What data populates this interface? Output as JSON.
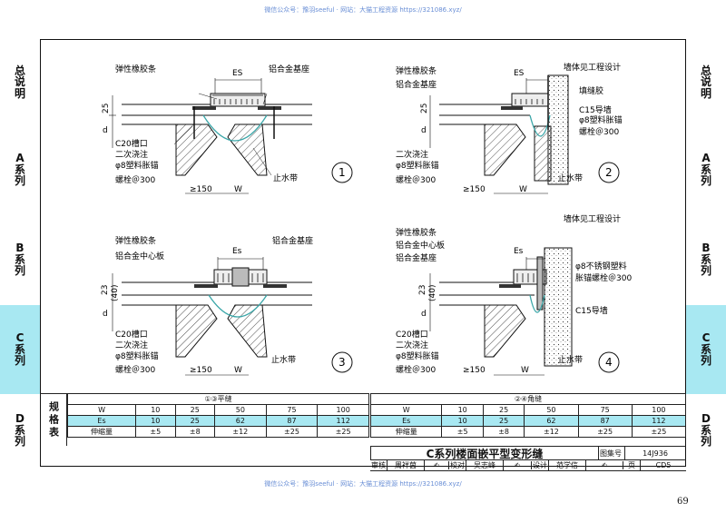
{
  "watermark_top": "微信公众号：豫羽seeful · 网站：大猫工程资源 https://321086.xyz/",
  "watermark_bottom": "微信公众号：豫羽seeful · 网站：大猫工程资源 https://321086.xyz/",
  "side_tabs": [
    {
      "chars": [
        "总",
        "说",
        "明"
      ],
      "active": false
    },
    {
      "chars": [
        "A",
        "系",
        "列"
      ],
      "active": false
    },
    {
      "chars": [
        "B",
        "系",
        "列"
      ],
      "active": false
    },
    {
      "chars": [
        "C",
        "系",
        "列"
      ],
      "active": true
    },
    {
      "chars": [
        "D",
        "系",
        "列"
      ],
      "active": false
    }
  ],
  "details": {
    "d1": {
      "es": "ES",
      "l1": "弹性橡胶条",
      "l2": "铝合金基座",
      "dim25": "25",
      "dimd": "d",
      "c20": "C20槽口",
      "pour": "二次浇注",
      "anchor": "φ8塑料胀锚",
      "bolt": "螺栓＠300",
      "ge150": "≥150",
      "w": "W",
      "water": "止水带",
      "num": "1"
    },
    "d2": {
      "es": "ES",
      "wall": "墙体见工程设计",
      "l1": "弹性橡胶条",
      "l2": "铝合金基座",
      "fill": "填缝胶",
      "c15": "C15导墙",
      "anchor2": "φ8塑料胀锚",
      "bolt2": "螺栓＠300",
      "dim25": "25",
      "dimd": "d",
      "pour": "二次浇注",
      "anchor": "φ8塑料胀锚",
      "bolt": "螺栓＠300",
      "ge150": "≥150",
      "w": "W",
      "water": "止水带",
      "num": "2"
    },
    "d3": {
      "es": "Es",
      "l1": "弹性橡胶条",
      "l2": "铝合金基座",
      "l3": "铝合金中心板",
      "dim23": "23",
      "dim40": "(40)",
      "dimd": "d",
      "c20": "C20槽口",
      "pour": "二次浇注",
      "anchor": "φ8塑料胀锚",
      "bolt": "螺栓＠300",
      "ge150": "≥150",
      "w": "W",
      "water": "止水带",
      "num": "3"
    },
    "d4": {
      "es": "Es",
      "wall": "墙体见工程设计",
      "l1": "弹性橡胶条",
      "l2": "铝合金中心板",
      "l3": "铝合金基座",
      "ss": "φ8不锈钢塑料",
      "ss2": "胀锚螺栓＠300",
      "c15": "C15导墙",
      "dim23": "23",
      "dim40": "(40)",
      "dimd": "d",
      "c20": "C20槽口",
      "pour": "二次浇注",
      "anchor": "φ8塑料胀锚",
      "bolt": "螺栓＠300",
      "ge150": "≥150",
      "w": "W",
      "water": "止水带",
      "num": "4"
    }
  },
  "spec": {
    "title": "规格表",
    "group1": "①③平缝",
    "group2": "②④角缝",
    "rows": [
      {
        "label": "W",
        "vals": [
          "10",
          "25",
          "50",
          "75",
          "100"
        ]
      },
      {
        "label": "Es",
        "vals": [
          "10",
          "25",
          "62",
          "87",
          "112"
        ]
      },
      {
        "label": "伸缩量",
        "vals": [
          "±5",
          "±8",
          "±12",
          "±25",
          "±25"
        ]
      }
    ]
  },
  "titleblock": {
    "title": "C系列楼面嵌平型变形缝",
    "atlas_label": "图集号",
    "atlas_no": "14J936",
    "page_label": "页",
    "page_code": "CD5",
    "review_label": "审核",
    "review_name": "周祥茵",
    "check_label": "校对",
    "check_name": "吴志峰",
    "design_label": "设计",
    "design_name": "范学信"
  },
  "page_number": "69",
  "colors": {
    "accent": "#a8e8f2",
    "joint": "#3aa6a8",
    "line": "#111111"
  }
}
